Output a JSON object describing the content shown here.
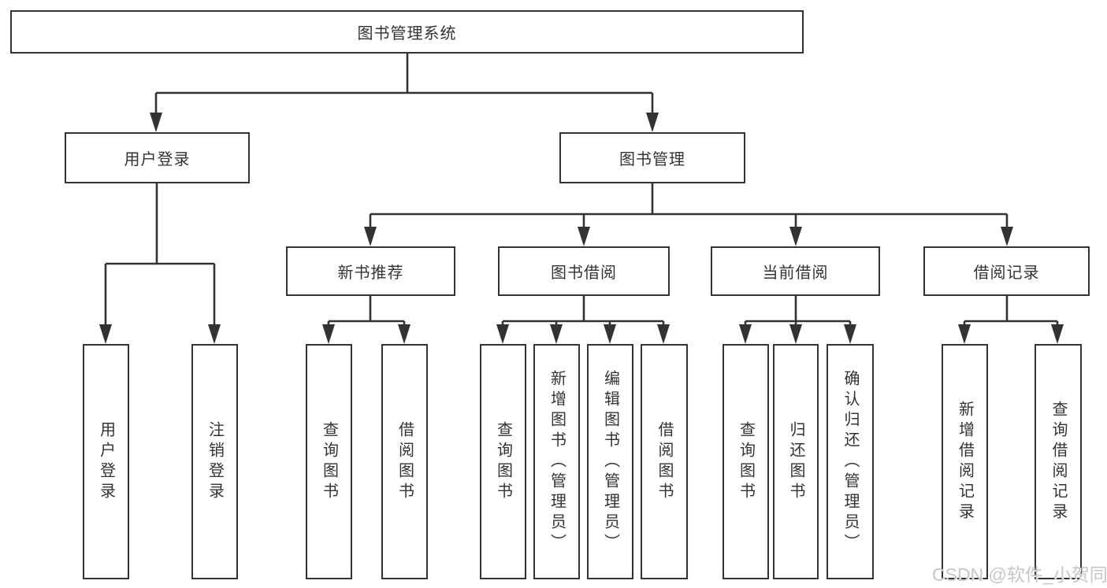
{
  "diagram": {
    "root": {
      "label": "图书管理系统"
    },
    "level2": [
      {
        "label": "用户登录"
      },
      {
        "label": "图书管理"
      }
    ],
    "level3": [
      {
        "label": "新书推荐"
      },
      {
        "label": "图书借阅"
      },
      {
        "label": "当前借阅"
      },
      {
        "label": "借阅记录"
      }
    ],
    "leaves": {
      "user": [
        "用户登录",
        "注销登录"
      ],
      "recommend": [
        "查询图书",
        "借阅图书"
      ],
      "borrow": [
        "查询图书",
        "新增图书（管理员）",
        "编辑图书（管理员）",
        "借阅图书"
      ],
      "current": [
        "查询图书",
        "归还图书",
        "确认归还（管理员）"
      ],
      "records": [
        "新增借阅记录",
        "查询借阅记录"
      ]
    },
    "colors": {
      "line": "#333333",
      "text": "#333333",
      "box_background": "#ffffff",
      "watermark": "#c7c7c7",
      "background": "#ffffff"
    }
  },
  "watermark": {
    "text": "CSDN @软件_小贺同学"
  }
}
